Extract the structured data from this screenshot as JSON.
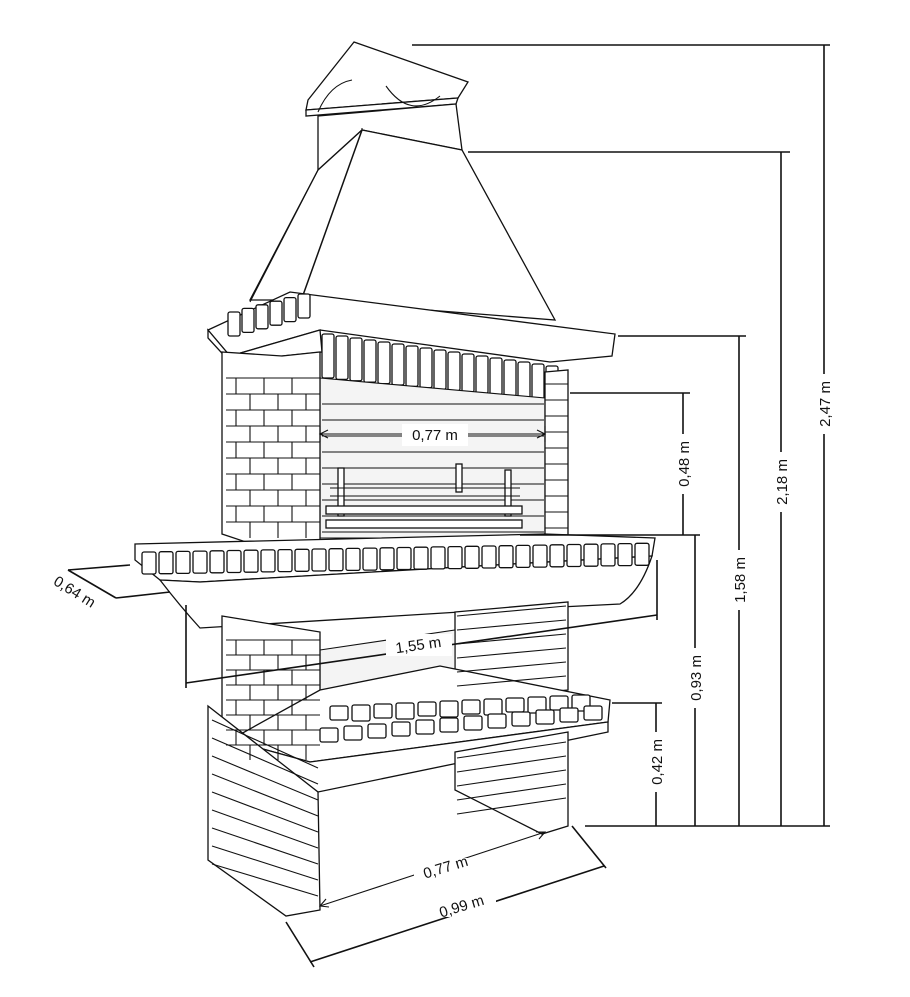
{
  "diagram": {
    "dimensions": {
      "total_height": "2,47 m",
      "hood_height": "2,18 m",
      "top_height": "1,58 m",
      "firebox_height": "0,48 m",
      "counter_height": "0,93 m",
      "shelf_height": "0,42 m",
      "counter_depth": "0,64 m",
      "counter_width": "1,55 m",
      "firebox_width": "0,77 m",
      "base_inner_width": "0,77 m",
      "base_outer_width": "0,99 m"
    }
  }
}
